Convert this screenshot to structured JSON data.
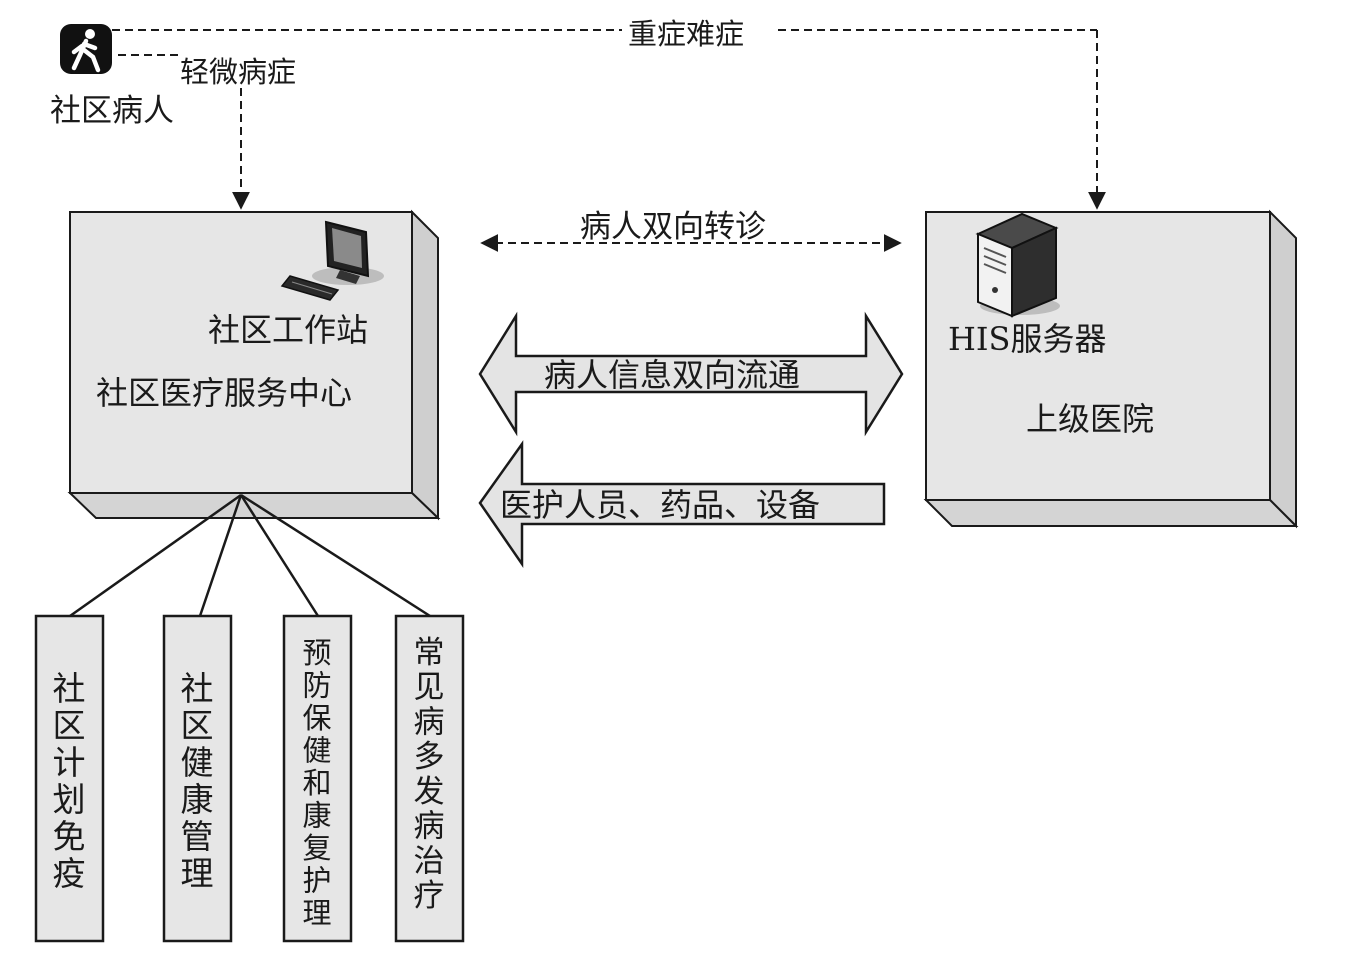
{
  "patient": {
    "label": "社区病人",
    "icon": "walking-person-icon"
  },
  "edges": {
    "mild_label": "轻微病症",
    "severe_label": "重症难症",
    "referral_label": "病人双向转诊",
    "info_flow_label": "病人信息双向流通",
    "resources_label": "医护人员、药品、设备"
  },
  "community_center": {
    "station_label": "社区工作站",
    "center_label": "社区医疗服务中心",
    "icon": "computer-workstation-icon"
  },
  "hospital": {
    "server_label": "HIS服务器",
    "hospital_label": "上级医院",
    "icon": "server-tower-icon"
  },
  "services": [
    "社区计划免疫",
    "社区健康管理",
    "预防保健和康复护理",
    "常见病多发病治疗"
  ],
  "colors": {
    "box_fill": "#e6e6e6",
    "box_side": "#d2d2d2",
    "stroke": "#1a1a1a",
    "arrow_fill": "#e4e4e4"
  }
}
